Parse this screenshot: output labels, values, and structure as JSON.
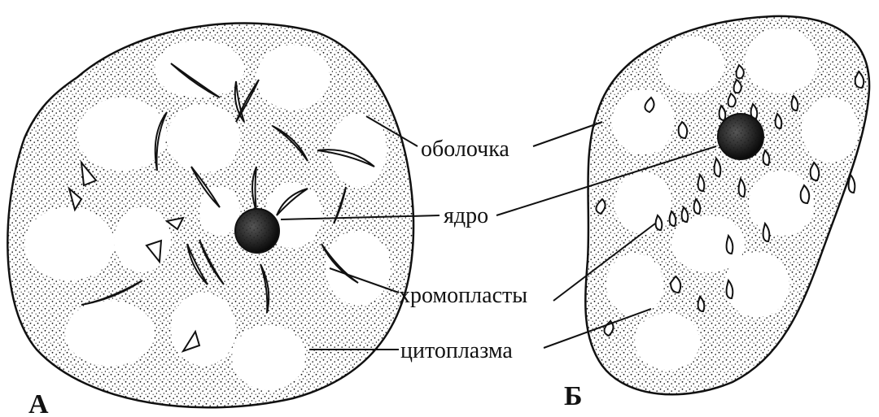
{
  "figure": {
    "panels": {
      "a": "А",
      "b": "Б"
    },
    "labels": {
      "membrane": "оболочка",
      "nucleus": "ядро",
      "chromoplasts": "хромопласты",
      "cytoplasm": "цитоплазма"
    }
  }
}
